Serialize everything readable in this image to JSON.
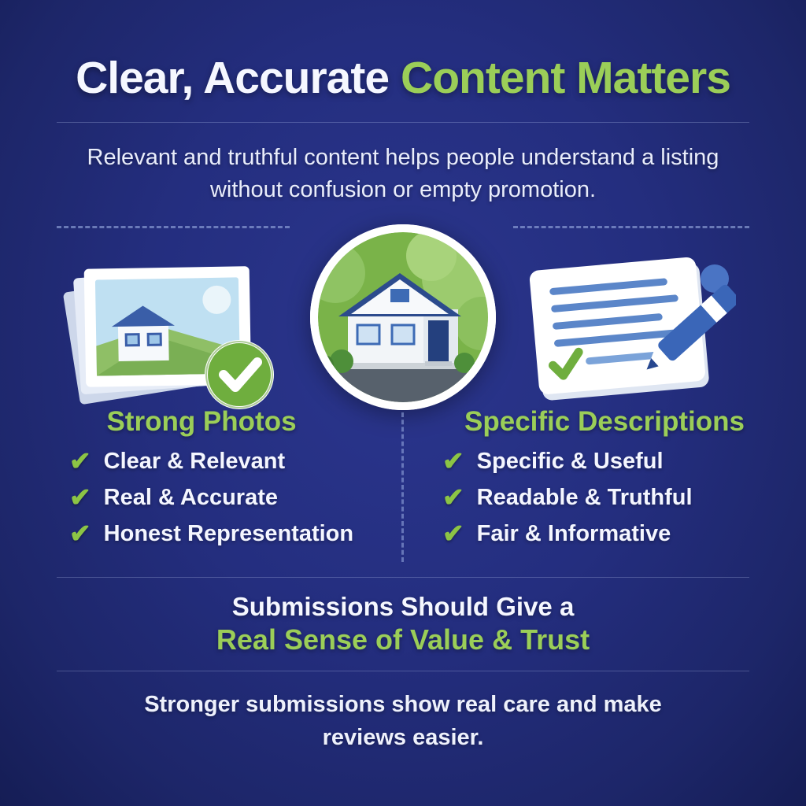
{
  "title": {
    "white": "Clear, Accurate",
    "green": "Content Matters"
  },
  "subtitle": "Relevant and truthful content helps people understand a listing without confusion or empty promotion.",
  "columns": [
    {
      "heading": "Strong Photos",
      "items": [
        "Clear & Relevant",
        "Real & Accurate",
        "Honest Representation"
      ]
    },
    {
      "heading": "Specific Descriptions",
      "items": [
        "Specific & Useful",
        "Readable & Truthful",
        "Fair & Informative"
      ]
    }
  ],
  "footer": {
    "line1": "Submissions Should Give a",
    "line2": "Real Sense of Value & Trust",
    "closing": "Stronger submissions show real care and make reviews easier."
  },
  "icons": {
    "left_illustration": "photo-stack-with-check-badge",
    "center_illustration": "house-in-green-circle",
    "right_illustration": "notepad-with-pencil",
    "list_bullet": "check-icon"
  },
  "colors": {
    "background": "#242e7f",
    "accent_green": "#9bce58",
    "check_green": "#8cc445",
    "text_white": "#f5f7ff",
    "dash_blue": "#a5b9eb"
  }
}
